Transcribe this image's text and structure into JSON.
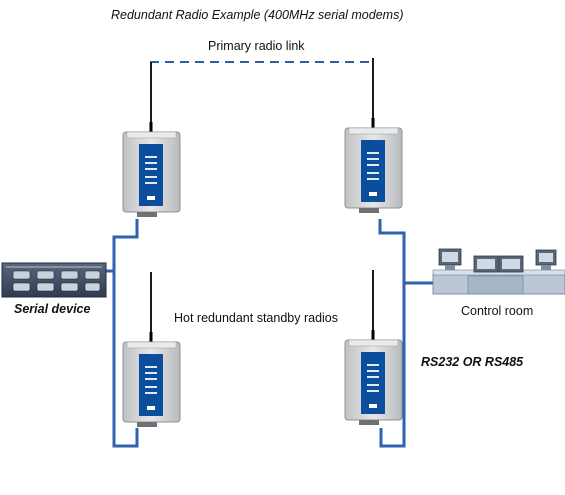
{
  "diagram": {
    "title": "Redundant  Radio  Example (400MHz  serial modems)",
    "primary_link_label": "Primary radio link",
    "standby_label": "Hot redundant standby radios",
    "serial_device_label": "Serial device",
    "control_room_label": "Control room",
    "interface_label": "RS232 OR RS485"
  },
  "colors": {
    "link_blue": "#2f63ad",
    "dashed_link": "#2f5f9e",
    "radio_panel": "#0b4f9c",
    "radio_body": "#d2d4d6",
    "serial_device_body": "#3f4e63"
  },
  "devices": {
    "radios": [
      "radio-primary-left",
      "radio-primary-right",
      "radio-standby-left",
      "radio-standby-right"
    ],
    "serial_device_icon": "serial-device-icon",
    "control_room_icon": "control-room-icon"
  }
}
